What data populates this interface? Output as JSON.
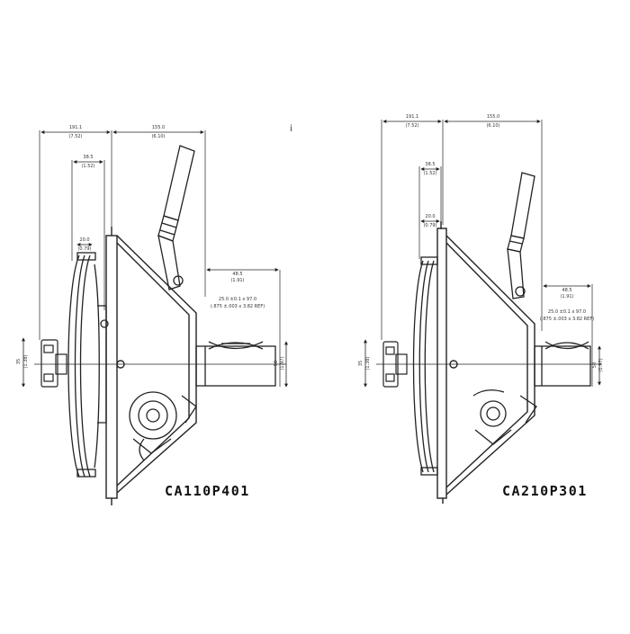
{
  "drawings": [
    {
      "model_label": "CA110P401",
      "dims": {
        "total_width": "191.1",
        "total_width_in": "(7.52)",
        "body_width": "155.0",
        "body_width_in": "(6.10)",
        "hub_offset": "38.5",
        "hub_offset_in": "(1.52)",
        "flange_thickness": "20.0",
        "flange_thickness_in": "(0.79)",
        "shaft_reach": "48.5",
        "shaft_reach_in": "(1.91)",
        "bore_spec": "25.0 ±0.1 x 97.0",
        "bore_spec_in": "(.875 ±.003 x 3.82 REF)",
        "hub_height": "35",
        "hub_height_in": "(1.38)",
        "shaft_height": "50",
        "shaft_height_in": "(1.97)"
      }
    },
    {
      "model_label": "CA210P301",
      "dims": {
        "total_width": "191.1",
        "total_width_in": "(7.52)",
        "body_width": "155.0",
        "body_width_in": "(6.10)",
        "hub_offset": "38.5",
        "hub_offset_in": "(1.52)",
        "flange_thickness": "20.0",
        "flange_thickness_in": "(0.79)",
        "shaft_reach": "48.5",
        "shaft_reach_in": "(1.91)",
        "bore_spec": "25.0 ±0.1 x 97.0",
        "bore_spec_in": "(.875 ±.003 x 3.82 REF)",
        "hub_height": "35",
        "hub_height_in": "(1.38)",
        "shaft_height": "50",
        "shaft_height_in": "(1.97)"
      }
    }
  ],
  "stray_mark": "i"
}
